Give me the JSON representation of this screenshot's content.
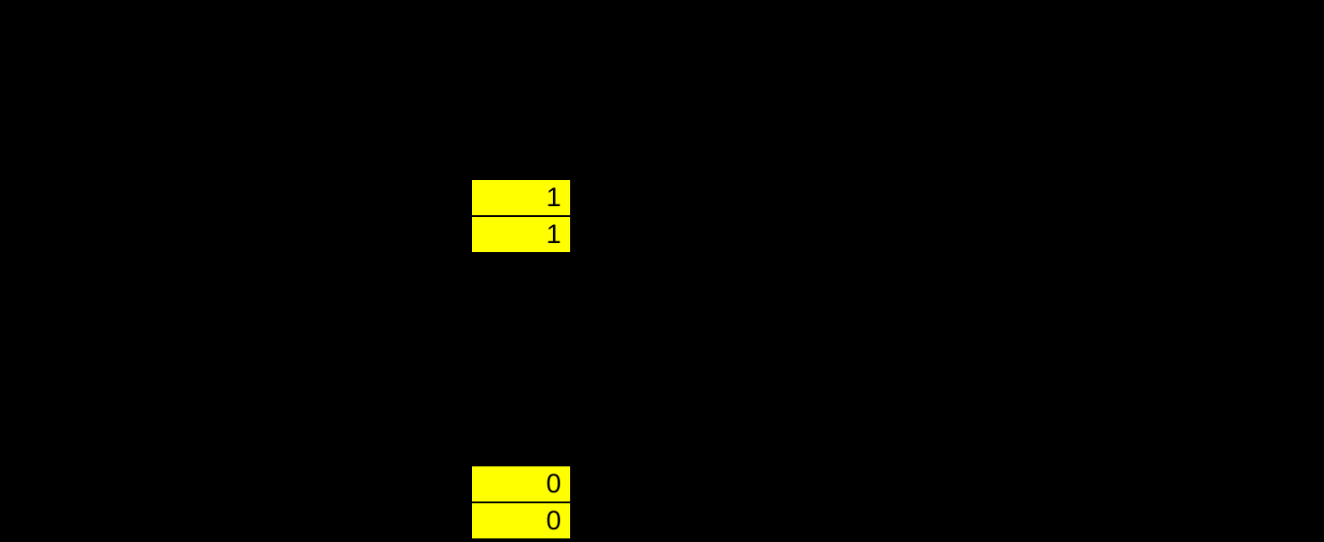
{
  "colors": {
    "background": "#000000",
    "cell_fill": "#FFFF00",
    "cell_text": "#000000"
  },
  "cell_groups": [
    {
      "id": "top-pair",
      "cells": [
        {
          "value": "1"
        },
        {
          "value": "1"
        }
      ]
    },
    {
      "id": "bottom-pair",
      "cells": [
        {
          "value": "0"
        },
        {
          "value": "0"
        }
      ]
    }
  ]
}
